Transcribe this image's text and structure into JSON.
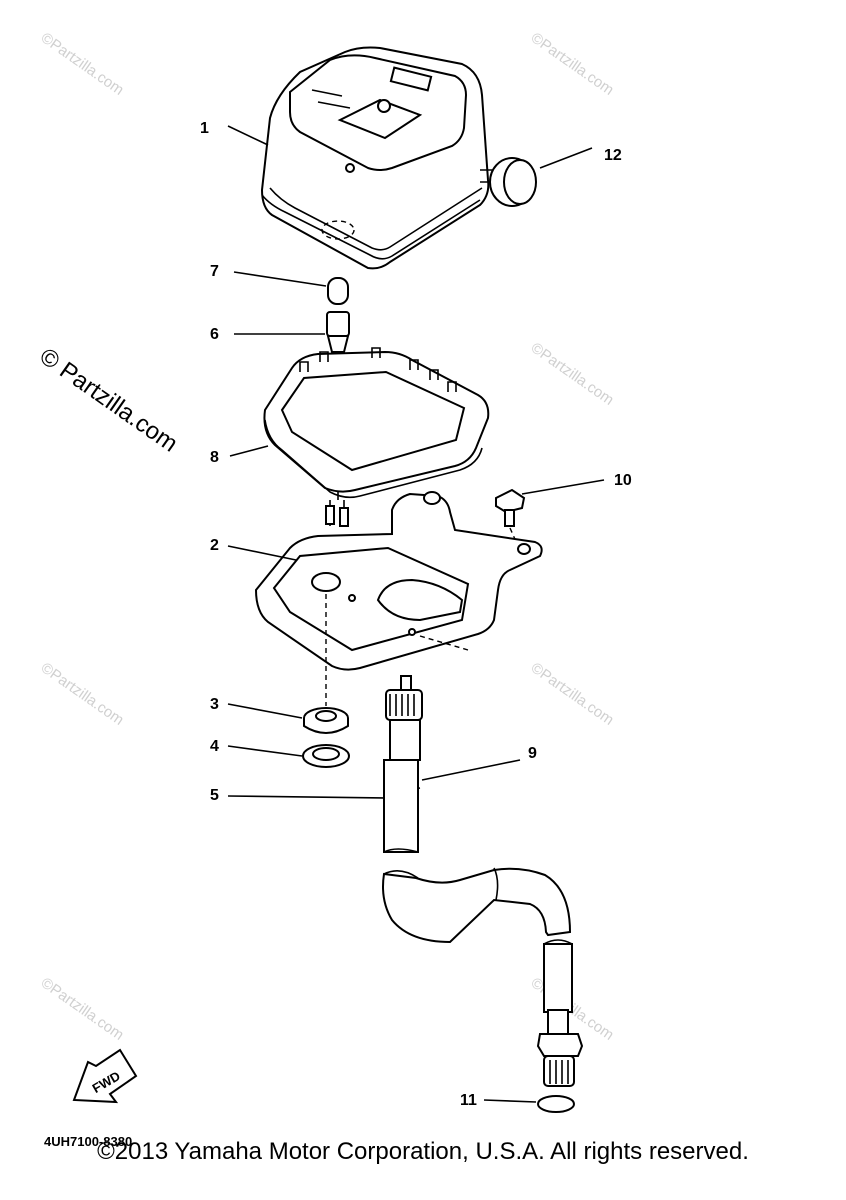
{
  "watermarks": {
    "small": "©Partzilla.com",
    "large": "© Partzilla.com"
  },
  "callouts": {
    "c1": "1",
    "c2": "2",
    "c3": "3",
    "c4": "4",
    "c5": "5",
    "c6": "6",
    "c7": "7",
    "c8": "8",
    "c9": "9",
    "c10": "10",
    "c11": "11",
    "c12": "12"
  },
  "fwd_label": "FWD",
  "diagram_code": "4UH7100-8380",
  "copyright": "©2013 Yamaha Motor Corporation, U.S.A. All rights reserved."
}
